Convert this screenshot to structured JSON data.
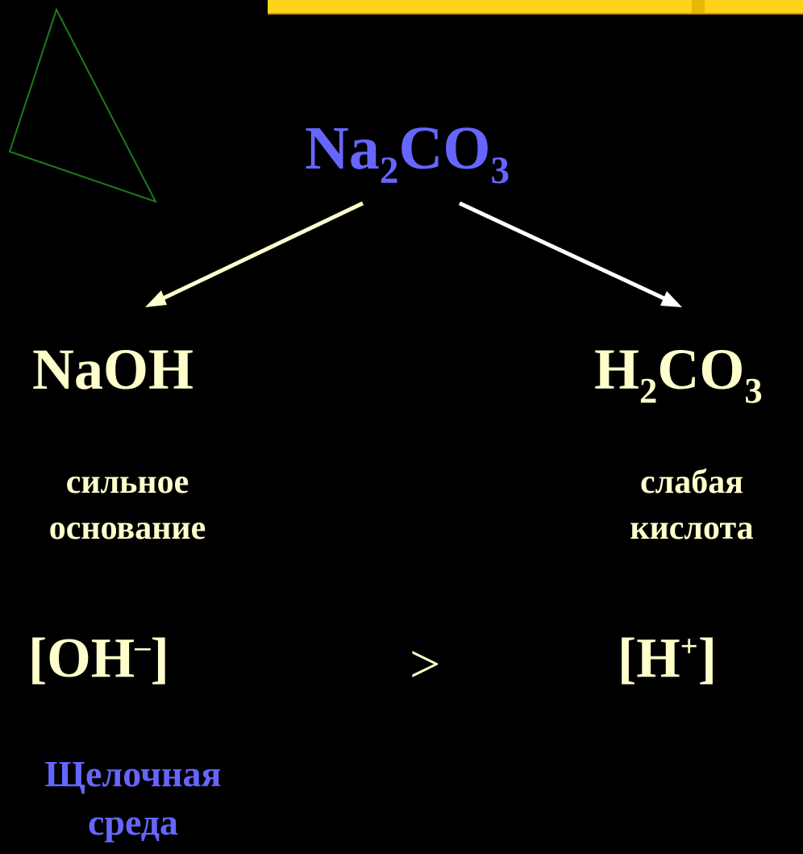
{
  "salt": {
    "main": "Na",
    "sub1": "2",
    "mid": "CO",
    "sub2": "3"
  },
  "base": {
    "formula": "NaOH",
    "desc_line1": "сильное",
    "desc_line2": "основание",
    "ion_open": "[OH",
    "ion_charge": "–",
    "ion_close": "]"
  },
  "acid": {
    "main": "H",
    "sub1": "2",
    "mid": "CO",
    "sub2": "3",
    "desc_line1": "слабая",
    "desc_line2": "кислота",
    "ion_open": "[H",
    "ion_charge": "+",
    "ion_close": "]"
  },
  "comparison": ">",
  "result": {
    "line1": "Щелочная",
    "line2": "среда"
  },
  "colors": {
    "background": "#000000",
    "salt_text": "#6666ff",
    "text": "#ffffcc",
    "result_text": "#6666ff",
    "banner": "#ffd21c",
    "triangle": "#1f7a1f",
    "arrow_left": "#ffffcc",
    "arrow_right": "#ffffff"
  }
}
